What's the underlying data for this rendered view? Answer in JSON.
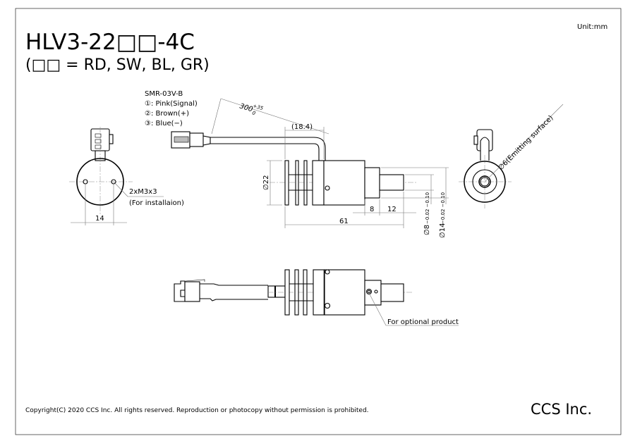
{
  "header": {
    "title": "HLV3-22□□-4C",
    "subtitle": "(□□ = RD, SW, BL, GR)",
    "unit": "Unit:mm"
  },
  "connector_notes": {
    "model": "SMR-03V-B",
    "pin1": "①: Pink(Signal)",
    "pin2": "②: Brown(+)",
    "pin3": "③: Blue(−)"
  },
  "dimensions": {
    "cable_length": "300",
    "cable_tol_upper": "+35",
    "cable_tol_lower": "0",
    "bend_offset": "(18.4)",
    "diameter_body": "∅22",
    "hole_spacing": "14",
    "length_total": "61",
    "length_step": "8",
    "length_tip": "12",
    "diameter_tip": "∅8",
    "diameter_tip_tol": "−0.02 −0.10",
    "diameter_step": "∅14",
    "diameter_step_tol": "−0.02 −0.10",
    "emitting": "∅6(Emitting surface)"
  },
  "annotations": {
    "mount_holes": "2xM3x3",
    "mount_note": "(For installaion)",
    "optional": "For optional product"
  },
  "footer": {
    "copyright": "Copyright(C) 2020 CCS Inc. All rights reserved. Reproduction or photocopy without permission is prohibited.",
    "company": "CCS Inc."
  }
}
